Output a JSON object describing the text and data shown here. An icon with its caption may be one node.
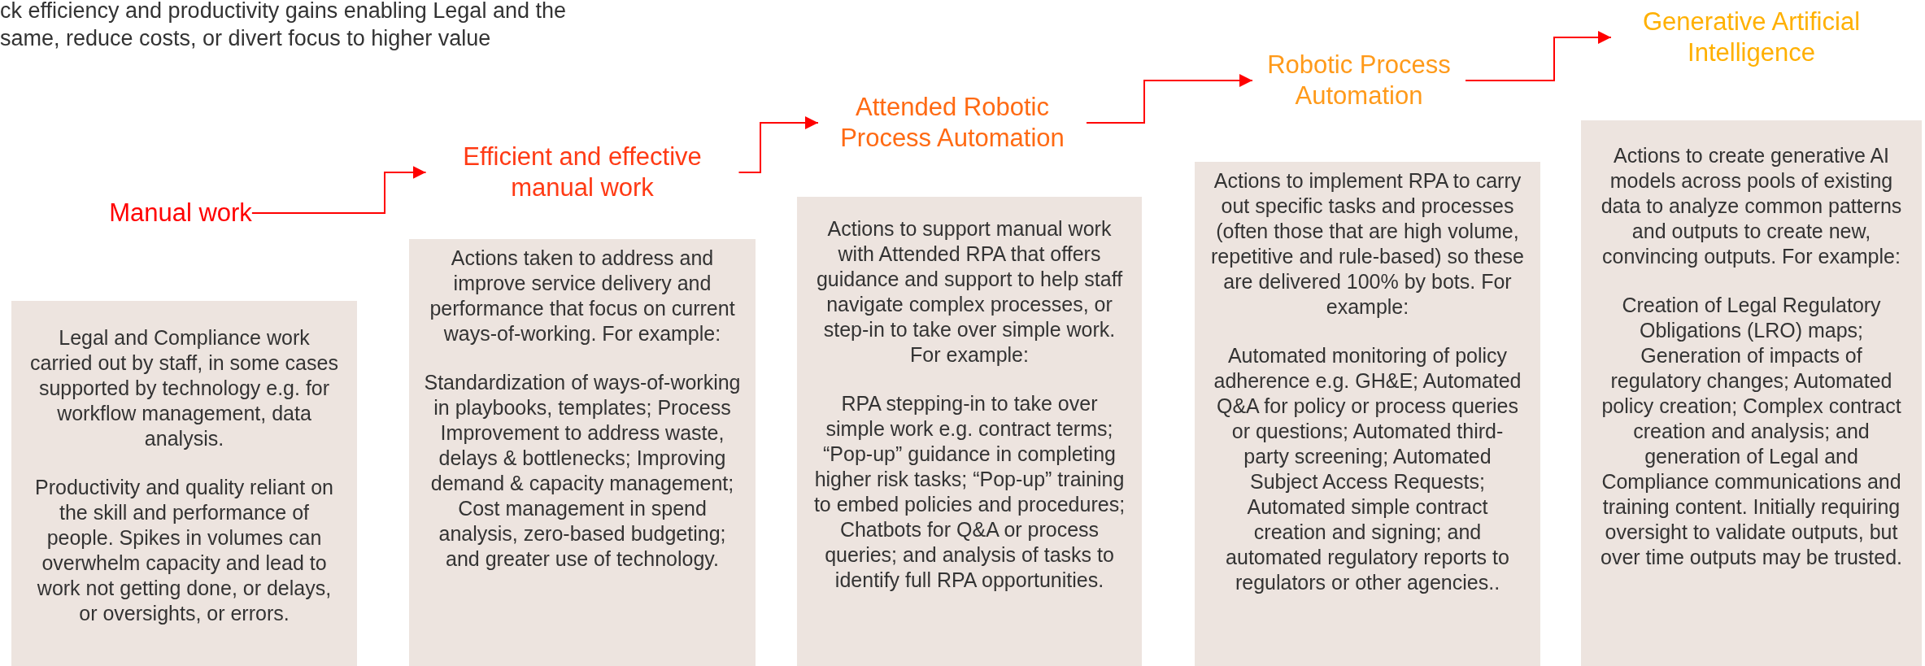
{
  "diagram": {
    "nodes": [
      {
        "text": [
          "Manual work"
        ]
      },
      {
        "text": [
          "Legal and Compliance work carried out by staff, in some cases supported by technology e.g. for workflow management, data analysis.",
          "Productivity and quality reliant on the skill and performance of people.  Spikes in volumes can overwhelm capacity and lead to work not getting done, or delays, or oversights, or errors."
        ]
      },
      {
        "text": [
          "Efficient and effective manual work"
        ]
      },
      {
        "text": [
          "Actions taken to address and improve service delivery and performance that focus on current ways-of-working.  For example:",
          "Standardization of ways-of-working in playbooks, templates; Process Improvement to address waste, delays & bottlenecks; Improving demand & capacity management; Cost management in spend analysis, zero-based budgeting; and greater use of technology."
        ]
      },
      {
        "text": [
          "Attended Robotic Process Automation"
        ]
      },
      {
        "text": [
          "Actions to support manual work with Attended RPA that offers guidance and support to help staff navigate complex processes, or step-in to take over simple work.  For example:",
          "RPA stepping-in to take over simple work e.g. contract terms; “Pop-up” guidance in completing higher risk tasks; “Pop-up” training to embed policies and procedures; Chatbots for Q&A or process queries; and analysis of tasks to identify full RPA opportunities."
        ]
      },
      {
        "text": [
          "Robotic Process Automation"
        ]
      },
      {
        "text": [
          "Actions to implement RPA to carry out specific tasks and processes (often those that are high volume, repetitive and rule-based) so these are delivered 100% by bots. For example:",
          "Automated monitoring of policy adherence e.g. GH&E; Automated Q&A for policy or process queries or questions; Automated third-party screening; Automated Subject Access Requests; Automated simple contract creation and signing; and automated regulatory reports to regulators or other agencies.."
        ]
      },
      {
        "text": [
          "Generative Artificial Intelligence"
        ]
      },
      {
        "text": [
          "Actions to create generative AI models across pools of existing data to analyze common patterns and outputs to create new, convincing outputs. For example:",
          "Creation of Legal Regulatory Obligations (LRO) maps; Generation of impacts of regulatory changes; Automated policy creation; Complex contract creation and analysis; and generation of Legal and Compliance communications and training content. Initially requiring oversight to validate outputs, but over time outputs may be trusted."
        ]
      }
    ],
    "edges": [
      {
        "from": 0,
        "to": 2,
        "arrow": "to"
      },
      {
        "from": 2,
        "to": 4,
        "arrow": "to"
      },
      {
        "from": 4,
        "to": 6,
        "arrow": "to"
      },
      {
        "from": 6,
        "to": 8,
        "arrow": "to"
      }
    ],
    "labels": [
      "ck efficiency and productivity gains enabling Legal and the same, reduce costs, or divert focus to higher value"
    ]
  }
}
